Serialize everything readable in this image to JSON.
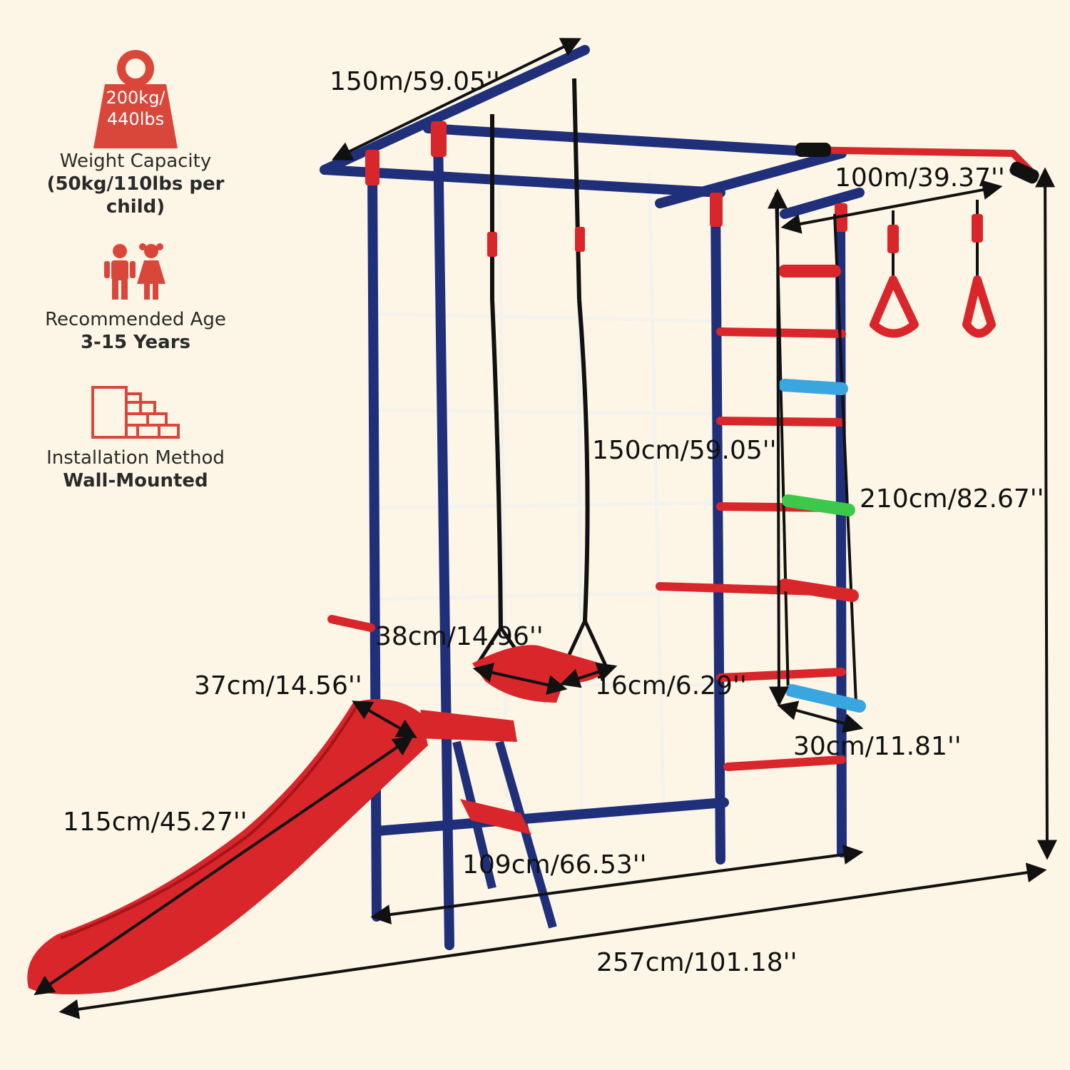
{
  "features": {
    "weight": {
      "icon": "weight-icon",
      "icon_text": "200kg/\n440lbs",
      "label": "Weight Capacity",
      "value": "(50kg/110lbs per child)"
    },
    "age": {
      "icon": "children-icon",
      "label": "Recommended Age",
      "value": "3-15 Years"
    },
    "install": {
      "icon": "brick-wall-icon",
      "label": "Installation Method",
      "value": "Wall-Mounted"
    }
  },
  "dimensions": {
    "top_depth": "150m/59.05''",
    "monkey_bar_width": "100m/39.37''",
    "net_height": "150cm/59.05''",
    "total_height": "210cm/82.67''",
    "swing_length": "38cm/14.96''",
    "swing_width": "16cm/6.29''",
    "slide_width": "37cm/14.56''",
    "ladder_width": "30cm/11.81''",
    "slide_length": "115cm/45.27''",
    "frame_width": "109cm/66.53''",
    "total_length": "257cm/101.18''"
  },
  "colors": {
    "frame_blue": "#1f2f7a",
    "accent_red": "#d8262b",
    "icon_red": "#d9473b",
    "rung_blue": "#3aa6e0",
    "rung_green": "#3cc84a",
    "background": "#fdf6e6"
  }
}
